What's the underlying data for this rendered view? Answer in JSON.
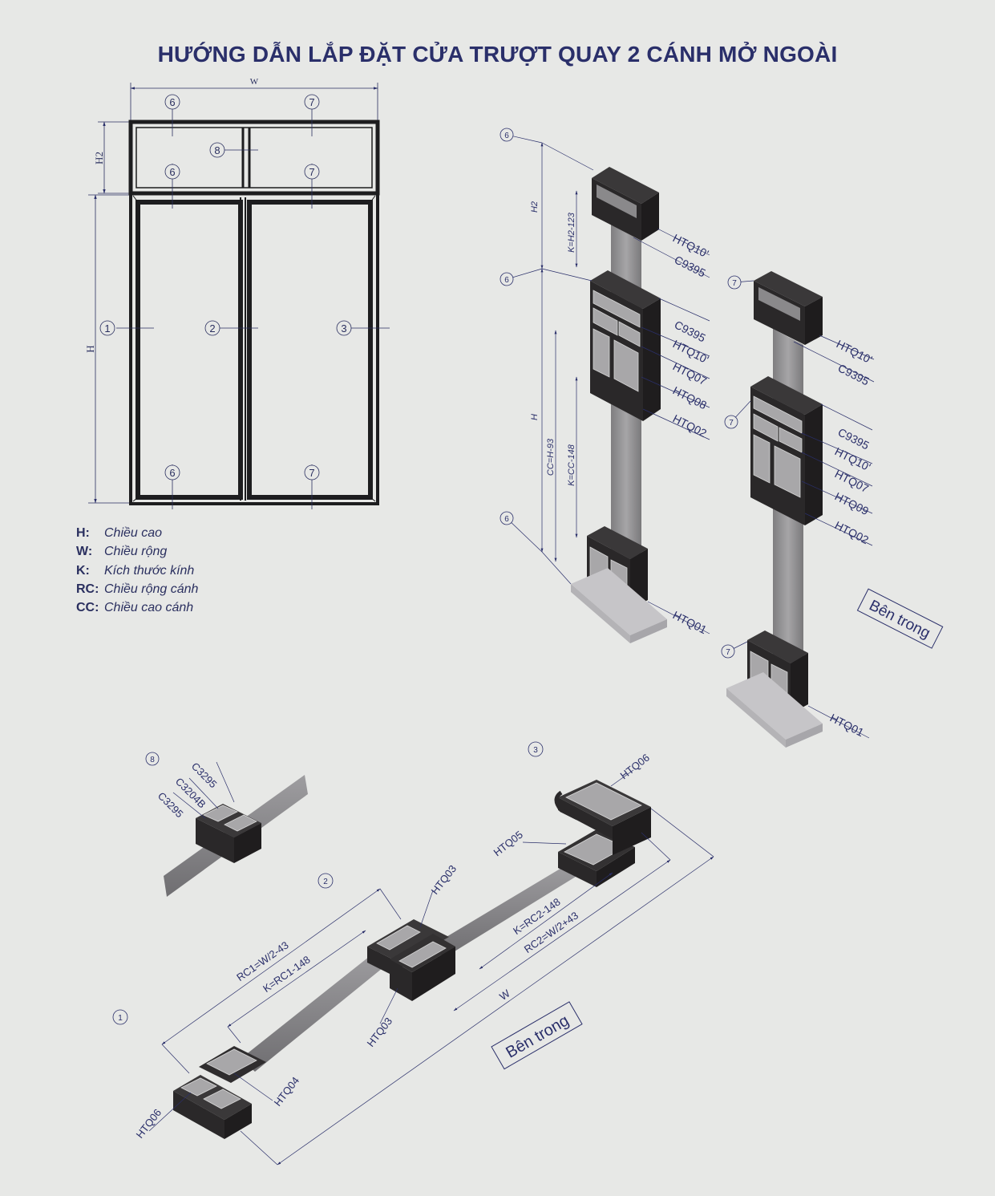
{
  "title": "HƯỚNG DẪN LẮP ĐẶT CỬA TRƯỢT QUAY 2 CÁNH MỞ NGOÀI",
  "colors": {
    "ink": "#2a2f6a",
    "background": "#e7e8e6",
    "profile": "#2c2a2b",
    "glass": "#8d8c8e"
  },
  "elevation": {
    "dims": {
      "width": "W",
      "height": "H",
      "transom": "H2"
    },
    "markers": [
      "1",
      "2",
      "3",
      "6",
      "7",
      "8"
    ]
  },
  "legend": [
    {
      "key": "H:",
      "text": "Chiều cao"
    },
    {
      "key": "W:",
      "text": "Chiều rộng"
    },
    {
      "key": "K:",
      "text": "Kích thước kính"
    },
    {
      "key": "RC:",
      "text": "Chiều rộng cánh"
    },
    {
      "key": "CC:",
      "text": "Chiều cao cánh"
    }
  ],
  "section6": {
    "marker": "6",
    "dims": [
      "H2",
      "K=H2-123",
      "H",
      "CC=H-93",
      "K=CC-148"
    ],
    "top_parts": [
      "HTQ10'",
      "C9395"
    ],
    "mid_parts": [
      "C9395",
      "HTQ10'",
      "HTQ07",
      "HTQ08",
      "HTQ02"
    ],
    "bottom_parts": [
      "HTQ01"
    ]
  },
  "section7": {
    "marker": "7",
    "top_parts": [
      "HTQ10'",
      "C9395"
    ],
    "mid_parts": [
      "C9395",
      "HTQ10'",
      "HTQ07",
      "HTQ09",
      "HTQ02"
    ],
    "bottom_parts": [
      "HTQ01"
    ],
    "inside_label": "Bên trong"
  },
  "section8": {
    "marker": "8",
    "parts": [
      "C3295",
      "C3204B",
      "C3295"
    ]
  },
  "plan": {
    "markers": [
      "1",
      "2",
      "3"
    ],
    "parts": {
      "left": "HTQ06",
      "left_inner": "HTQ04",
      "mid_top": "HTQ03",
      "mid_bottom": "HTQ03",
      "right_inner": "HTQ05",
      "right": "HTQ06"
    },
    "dims": [
      "RC1=W/2-43",
      "K=RC1-148",
      "K=RC2-148",
      "RC2=W/2+43",
      "W"
    ],
    "inside_label": "Bên trong"
  }
}
